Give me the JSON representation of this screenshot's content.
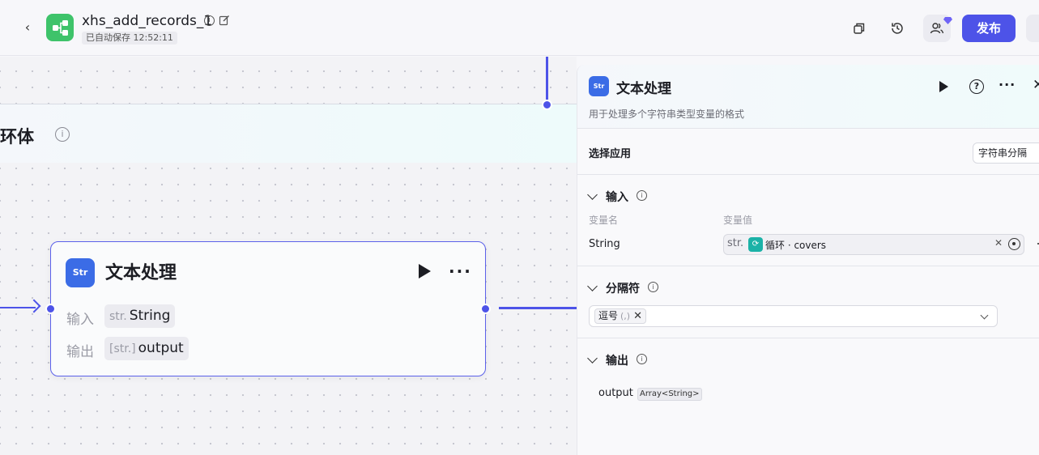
{
  "header": {
    "title": "xhs_add_records_1",
    "autosave": "已自动保存 12:52:11",
    "publish_label": "发布"
  },
  "canvas": {
    "loop_title": "循环体",
    "node": {
      "title": "文本处理",
      "icon_text": "Str",
      "input_label": "输入",
      "input_prefix": "str.",
      "input_value": "String",
      "output_label": "输出",
      "output_prefix": "[str.]",
      "output_value": "output"
    }
  },
  "panel": {
    "title": "文本处理",
    "icon_text": "Str",
    "description": "用于处理多个字符串类型变量的格式",
    "select_app_label": "选择应用",
    "select_app_value": "字符串分隔",
    "input_section": {
      "title": "输入",
      "col_name": "变量名",
      "col_value": "变量值",
      "var_name": "String",
      "var_prefix": "str.",
      "var_ref": "循环 · covers"
    },
    "separator_section": {
      "title": "分隔符",
      "tag_label": "逗号",
      "tag_note": "(,)"
    },
    "output_section": {
      "title": "输出",
      "name": "output",
      "type": "Array<String>"
    }
  },
  "colors": {
    "accent": "#4d53e8",
    "app_icon": "#3ec36a",
    "node_icon": "#3b6ce6",
    "loop_badge": "#1bb2a7"
  }
}
